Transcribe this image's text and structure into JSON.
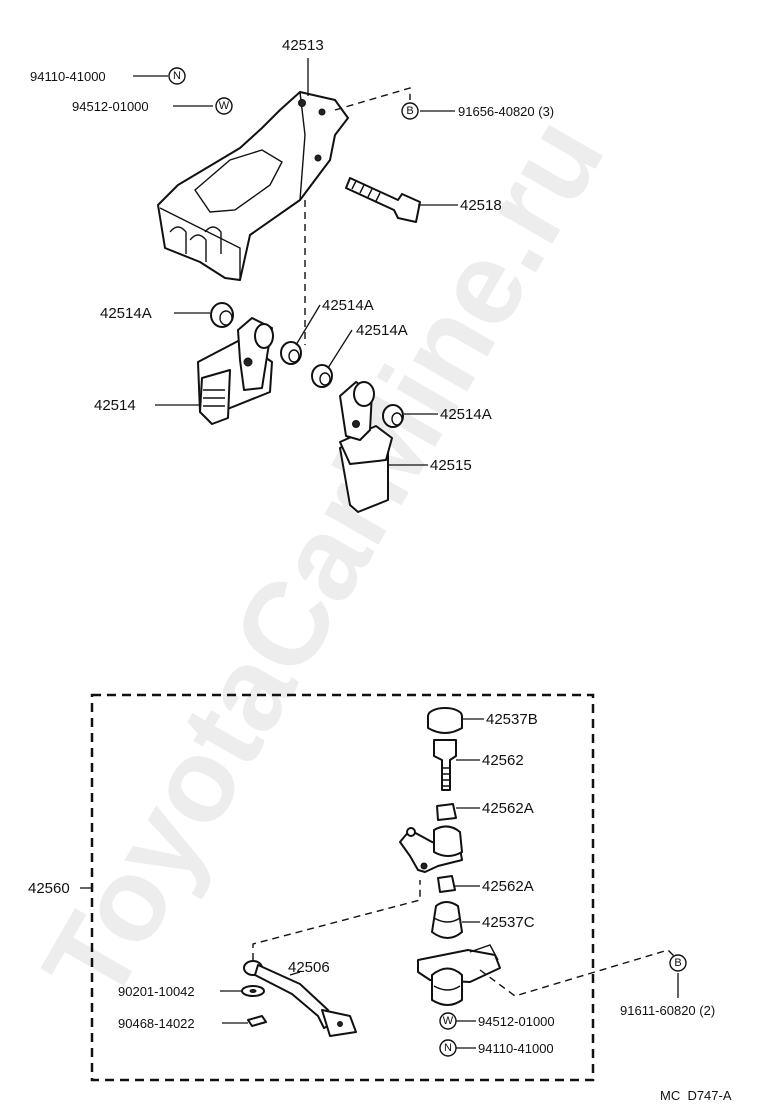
{
  "watermark": "ToyotaCarMine.ru",
  "diagram_code": "MC  D747-A",
  "upper": {
    "bracket": "42513",
    "bolt": "42518",
    "bolt_ref": {
      "badge": "B",
      "part": "91656-40820 (3)"
    },
    "nut_ref": {
      "badge": "N",
      "part": "94110-41000"
    },
    "washer_ref": {
      "badge": "W",
      "part": "94512-01000"
    },
    "left_support": "42514",
    "right_support": "42515",
    "bushing": "42514A"
  },
  "lower": {
    "assembly": "42560",
    "cap": "42537B",
    "bolt": "42562",
    "collar_upper": "42562A",
    "collar_lower": "42562A",
    "cushion": "42537C",
    "strap": "42506",
    "screw": "90201-10042",
    "clip": "90468-14022",
    "bolt_ref": {
      "badge": "B",
      "part": "91611-60820 (2)"
    },
    "washer_ref": {
      "badge": "W",
      "part": "94512-01000"
    },
    "nut_ref": {
      "badge": "N",
      "part": "94110-41000"
    }
  }
}
